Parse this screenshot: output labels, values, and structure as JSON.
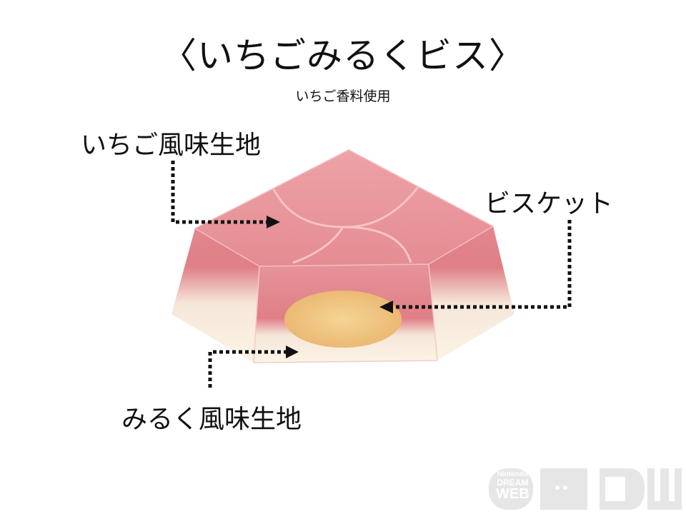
{
  "title": "〈いちごみるくビス〉",
  "subtitle": "いちご香料使用",
  "labels": {
    "strawberry_layer": "いちご風味生地",
    "biscuit": "ビスケット",
    "milk_layer": "みるく風味生地"
  },
  "watermark": {
    "line1": "Nintendo",
    "line2": "DREAM",
    "line3": "WEB",
    "logo": "NDW"
  },
  "colors": {
    "pink": "#e4868b",
    "cream": "#fbf3e0",
    "biscuit": "#f0c37d",
    "watermark": "#e6e6e6"
  }
}
